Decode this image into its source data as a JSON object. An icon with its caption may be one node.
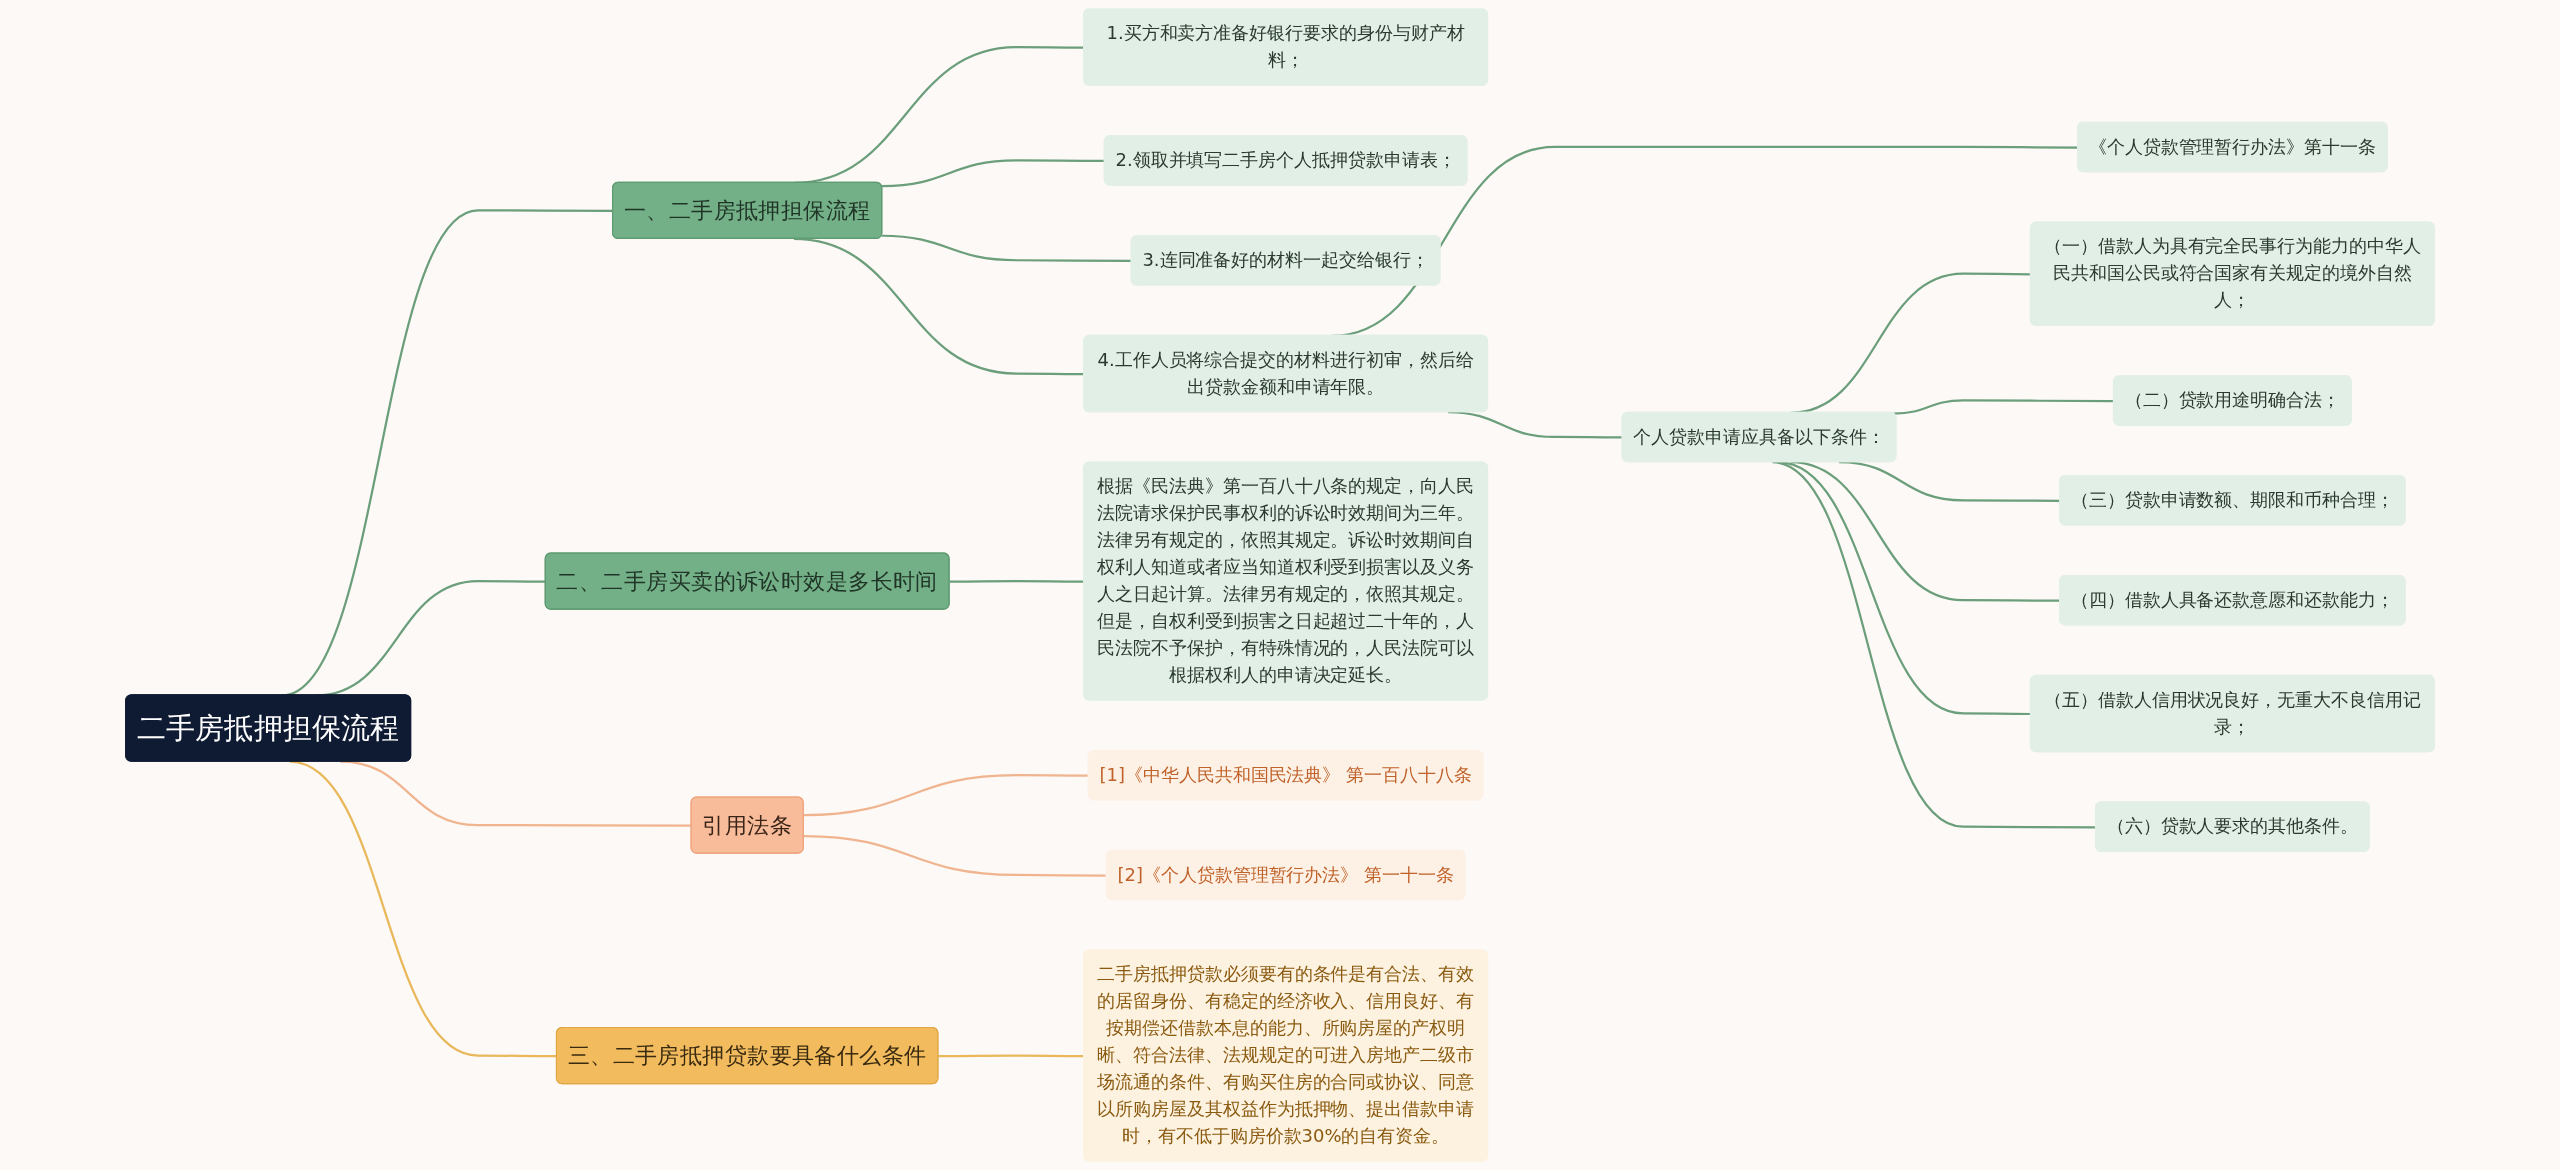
{
  "diagram": {
    "nodes": [
      {
        "text": [
          "二手房抵押担保流程"
        ]
      },
      {
        "text": [
          "一、二手房抵押担保流程"
        ]
      },
      {
        "text": [
          "1.买方和卖方准备好银行要求的身份与财产材料；"
        ]
      },
      {
        "text": [
          "2.领取并填写二手房个人抵押贷款申请表；"
        ]
      },
      {
        "text": [
          "3.连同准备好的材料一起交给银行；"
        ]
      },
      {
        "text": [
          "4.工作人员将综合提交的材料进行初审，然后给出贷款金额和申请年限。"
        ]
      },
      {
        "text": [
          "《个人贷款管理暂行办法》第十一条"
        ]
      },
      {
        "text": [
          "个人贷款申请应具备以下条件："
        ]
      },
      {
        "text": [
          "（一）借款人为具有完全民事行为能力的中华人民共和国公民或符合国家有关规定的境外自然人；"
        ]
      },
      {
        "text": [
          "（二）贷款用途明确合法；"
        ]
      },
      {
        "text": [
          "（三）贷款申请数额、期限和币种合理；"
        ]
      },
      {
        "text": [
          "（四）借款人具备还款意愿和还款能力；"
        ]
      },
      {
        "text": [
          "（五）借款人信用状况良好，无重大不良信用记录；"
        ]
      },
      {
        "text": [
          "（六）贷款人要求的其他条件。"
        ]
      },
      {
        "text": [
          "二、二手房买卖的诉讼时效是多长时间"
        ]
      },
      {
        "text": [
          "根据《民法典》第一百八十八条的规定，向人民法院请求保护民事权利的诉讼时效期间为三年。法律另有规定的，依照其规定。诉讼时效期间自权利人知道或者应当知道权利受到损害以及义务人之日起计算。法律另有规定的，依照其规定。但是，自权利受到损害之日起超过二十年的，人民法院不予保护，有特殊情况的，人民法院可以根据权利人的申请决定延长。"
        ]
      },
      {
        "text": [
          "引用法条"
        ]
      },
      {
        "text": [
          "[1]《中华人民共和国民法典》 第一百八十八条"
        ]
      },
      {
        "text": [
          "[2]《个人贷款管理暂行办法》 第一十一条"
        ]
      },
      {
        "text": [
          "三、二手房抵押贷款要具备什么条件"
        ]
      },
      {
        "text": [
          "二手房抵押贷款必须要有的条件是有合法、有效的居留身份、有稳定的经济收入、信用良好、有按期偿还借款本息的能力、所购房屋的产权明晰、符合法律、法规规定的可进入房地产二级市场流通的条件、有购买住房的合同或协议、同意以所购房屋及其权益作为抵押物、提出借款申请时，有不低于购房价款30%的自有资金。"
        ]
      }
    ],
    "edges": [
      {
        "from": 0,
        "to": 1,
        "arrow": "none"
      },
      {
        "from": 1,
        "to": 2,
        "arrow": "none"
      },
      {
        "from": 1,
        "to": 3,
        "arrow": "none"
      },
      {
        "from": 1,
        "to": 4,
        "arrow": "none"
      },
      {
        "from": 1,
        "to": 5,
        "arrow": "none"
      },
      {
        "from": 5,
        "to": 6,
        "arrow": "none"
      },
      {
        "from": 5,
        "to": 7,
        "arrow": "none"
      },
      {
        "from": 7,
        "to": 8,
        "arrow": "none"
      },
      {
        "from": 7,
        "to": 9,
        "arrow": "none"
      },
      {
        "from": 7,
        "to": 10,
        "arrow": "none"
      },
      {
        "from": 7,
        "to": 11,
        "arrow": "none"
      },
      {
        "from": 7,
        "to": 12,
        "arrow": "none"
      },
      {
        "from": 7,
        "to": 13,
        "arrow": "none"
      },
      {
        "from": 0,
        "to": 14,
        "arrow": "none"
      },
      {
        "from": 14,
        "to": 15,
        "arrow": "none"
      },
      {
        "from": 0,
        "to": 16,
        "arrow": "none",
        "color": "#f0b48f"
      },
      {
        "from": 16,
        "to": 17,
        "arrow": "none",
        "color": "#f0b48f"
      },
      {
        "from": 16,
        "to": 18,
        "arrow": "none",
        "color": "#f0b48f"
      },
      {
        "from": 0,
        "to": 19,
        "arrow": "none",
        "color": "#e8b85a"
      },
      {
        "from": 19,
        "to": 20,
        "arrow": "none",
        "color": "#e8b85a"
      }
    ]
  }
}
